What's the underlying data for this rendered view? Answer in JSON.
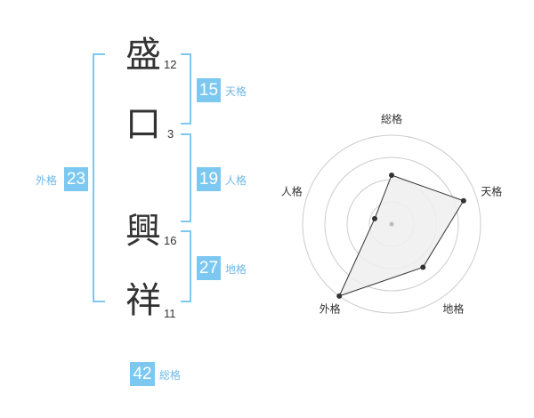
{
  "name": {
    "chars": [
      {
        "char": "盛",
        "strokes": "12"
      },
      {
        "char": "口",
        "strokes": "3"
      },
      {
        "char": "興",
        "strokes": "16"
      },
      {
        "char": "祥",
        "strokes": "11"
      }
    ]
  },
  "fortune": {
    "tenkaku": {
      "value": "15",
      "label": "天格"
    },
    "jinkaku": {
      "value": "19",
      "label": "人格"
    },
    "chikaku": {
      "value": "27",
      "label": "地格"
    },
    "gaikaku": {
      "value": "23",
      "label": "外格"
    },
    "soukaku": {
      "value": "42",
      "label": "総格"
    }
  },
  "radar": {
    "axes": [
      "総格",
      "天格",
      "地格",
      "外格",
      "人格"
    ],
    "values": [
      0.55,
      0.85,
      0.6,
      1.0,
      0.2
    ],
    "rings": 4,
    "colors": {
      "fill": "#efefef",
      "line": "#333333",
      "ring": "#cccccc",
      "center": "#bbbbbb"
    }
  }
}
